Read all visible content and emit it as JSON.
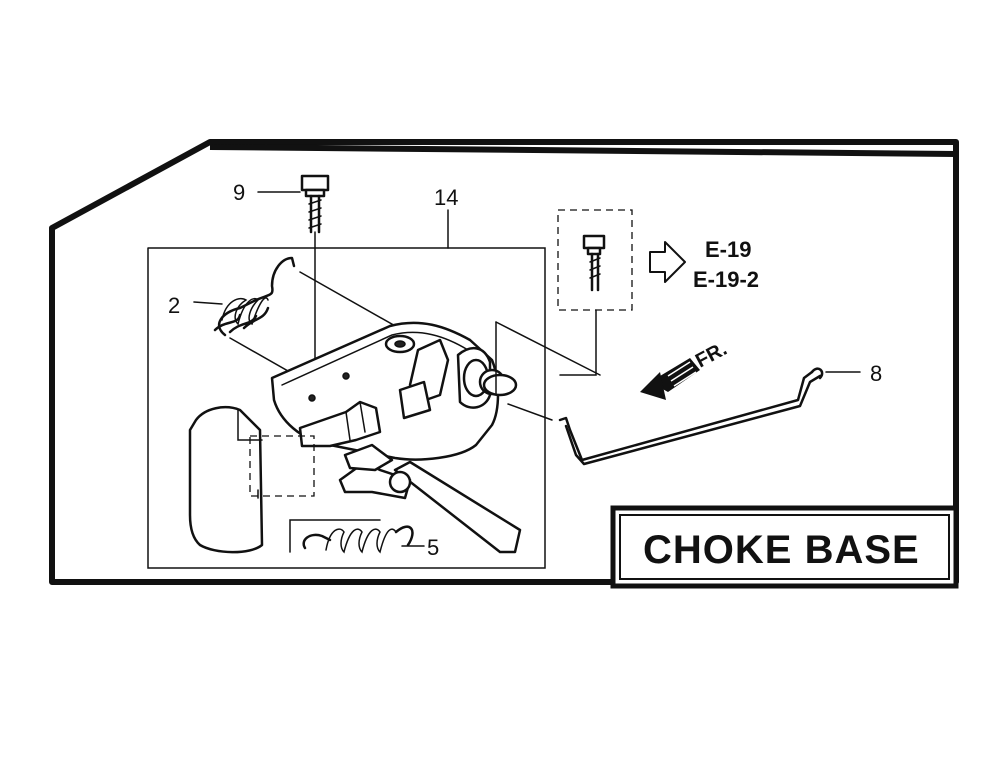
{
  "title": "CHOKE BASE",
  "callouts": {
    "bolt": "9",
    "spring_upper": "2",
    "assembly": "14",
    "spring_lower": "5",
    "rod": "8"
  },
  "references": {
    "ref1": "E-19",
    "ref2": "E-19-2"
  },
  "direction": {
    "label": "FR."
  },
  "icons": {
    "reference_arrow": "hollow-right-arrow-icon",
    "front_arrow": "hatched-left-arrow-icon"
  }
}
